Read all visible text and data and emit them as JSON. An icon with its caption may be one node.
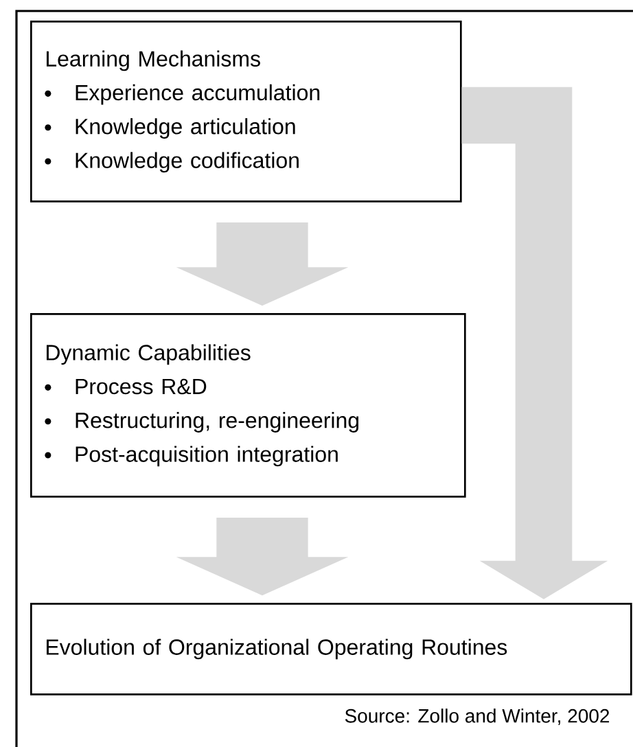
{
  "diagram": {
    "nodes": [
      {
        "text": [
          "Learning Mechanisms",
          "Experience accumulation",
          "Knowledge articulation",
          "Knowledge codification"
        ]
      },
      {
        "text": [
          "Dynamic Capabilities",
          "Process R&D",
          "Restructuring, re-engineering",
          "Post-acquisition integration"
        ]
      },
      {
        "text": [
          "Evolution of Organizational Operating Routines"
        ]
      }
    ],
    "edges": [
      {
        "from": 0,
        "to": 1,
        "arrow": "to"
      },
      {
        "from": 1,
        "to": 2,
        "arrow": "to"
      },
      {
        "from": 0,
        "to": 2,
        "arrow": "to"
      }
    ],
    "labels": [
      "Source: Zollo and Winter, 2002"
    ]
  }
}
